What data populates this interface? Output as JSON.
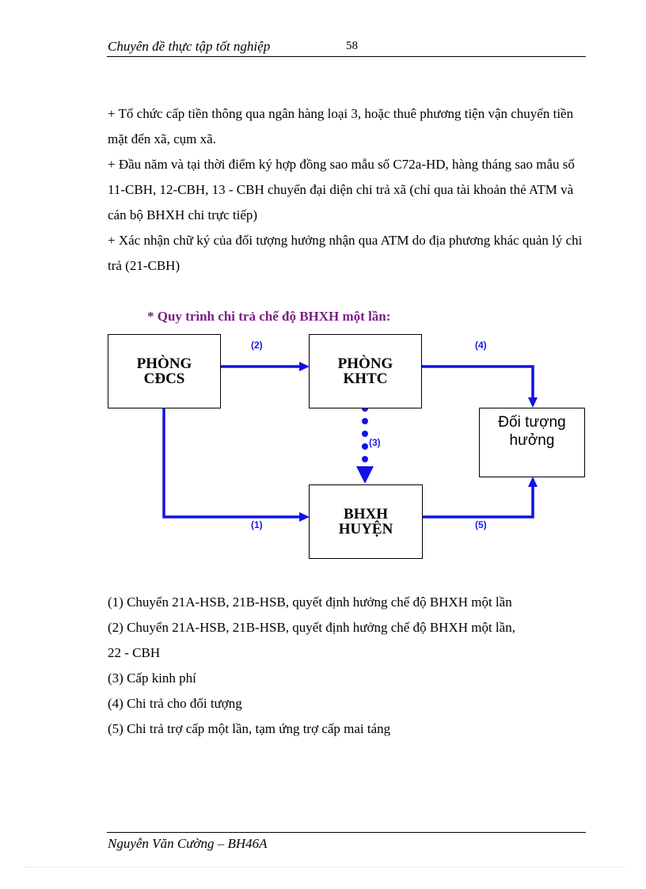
{
  "header": {
    "title": "Chuyên đề thực tập tốt nghiệp",
    "page_number": "58"
  },
  "paragraphs": [
    "+ Tổ chức cấp tiền thông qua ngân hàng loại 3, hoặc thuê phương tiện vận chuyển tiền mặt đến xã, cụm xã.",
    "+ Đầu năm và tại thời điểm ký hợp đồng sao mẫu số C72a-HD, hàng tháng sao mẫu số 11-CBH, 12-CBH, 13 - CBH chuyển đại diện chi trả xã (chỉ qua tài khoản thẻ ATM và cán bộ BHXH chi trực tiếp)",
    "+ Xác nhận chữ ký của đối tượng hưởng nhận qua ATM do địa phương khác quản lý chi trả (21-CBH)"
  ],
  "diagram": {
    "title": "* Quy trình chi trả chế độ BHXH một lần:",
    "nodes": {
      "phong_cdcs": [
        "PHÒNG",
        "CĐCS"
      ],
      "phong_khtc": [
        "PHÒNG",
        "KHTC"
      ],
      "doi_tuong": [
        "Đối tượng",
        "hưởng"
      ],
      "bhxh_huyen": [
        "BHXH",
        "HUYỆN"
      ]
    },
    "edge_labels": {
      "e1": "(1)",
      "e2": "(2)",
      "e3": "(3)",
      "e4": "(4)",
      "e5": "(5)"
    },
    "arrow_color": "#1212e6",
    "title_color": "#7b1f87"
  },
  "legend": [
    "(1) Chuyển 21A-HSB, 21B-HSB, quyết định hưởng chế độ BHXH một lần",
    "(2) Chuyển 21A-HSB, 21B-HSB, quyết định hưởng chế độ BHXH một lần,",
    "22 - CBH",
    "(3) Cấp kinh phí",
    "(4) Chi trả cho đối tượng",
    "(5) Chi trả trợ cấp một lần, tạm ứng trợ cấp mai táng"
  ],
  "footer": {
    "author": "Nguyễn Văn Cường – BH46A"
  }
}
